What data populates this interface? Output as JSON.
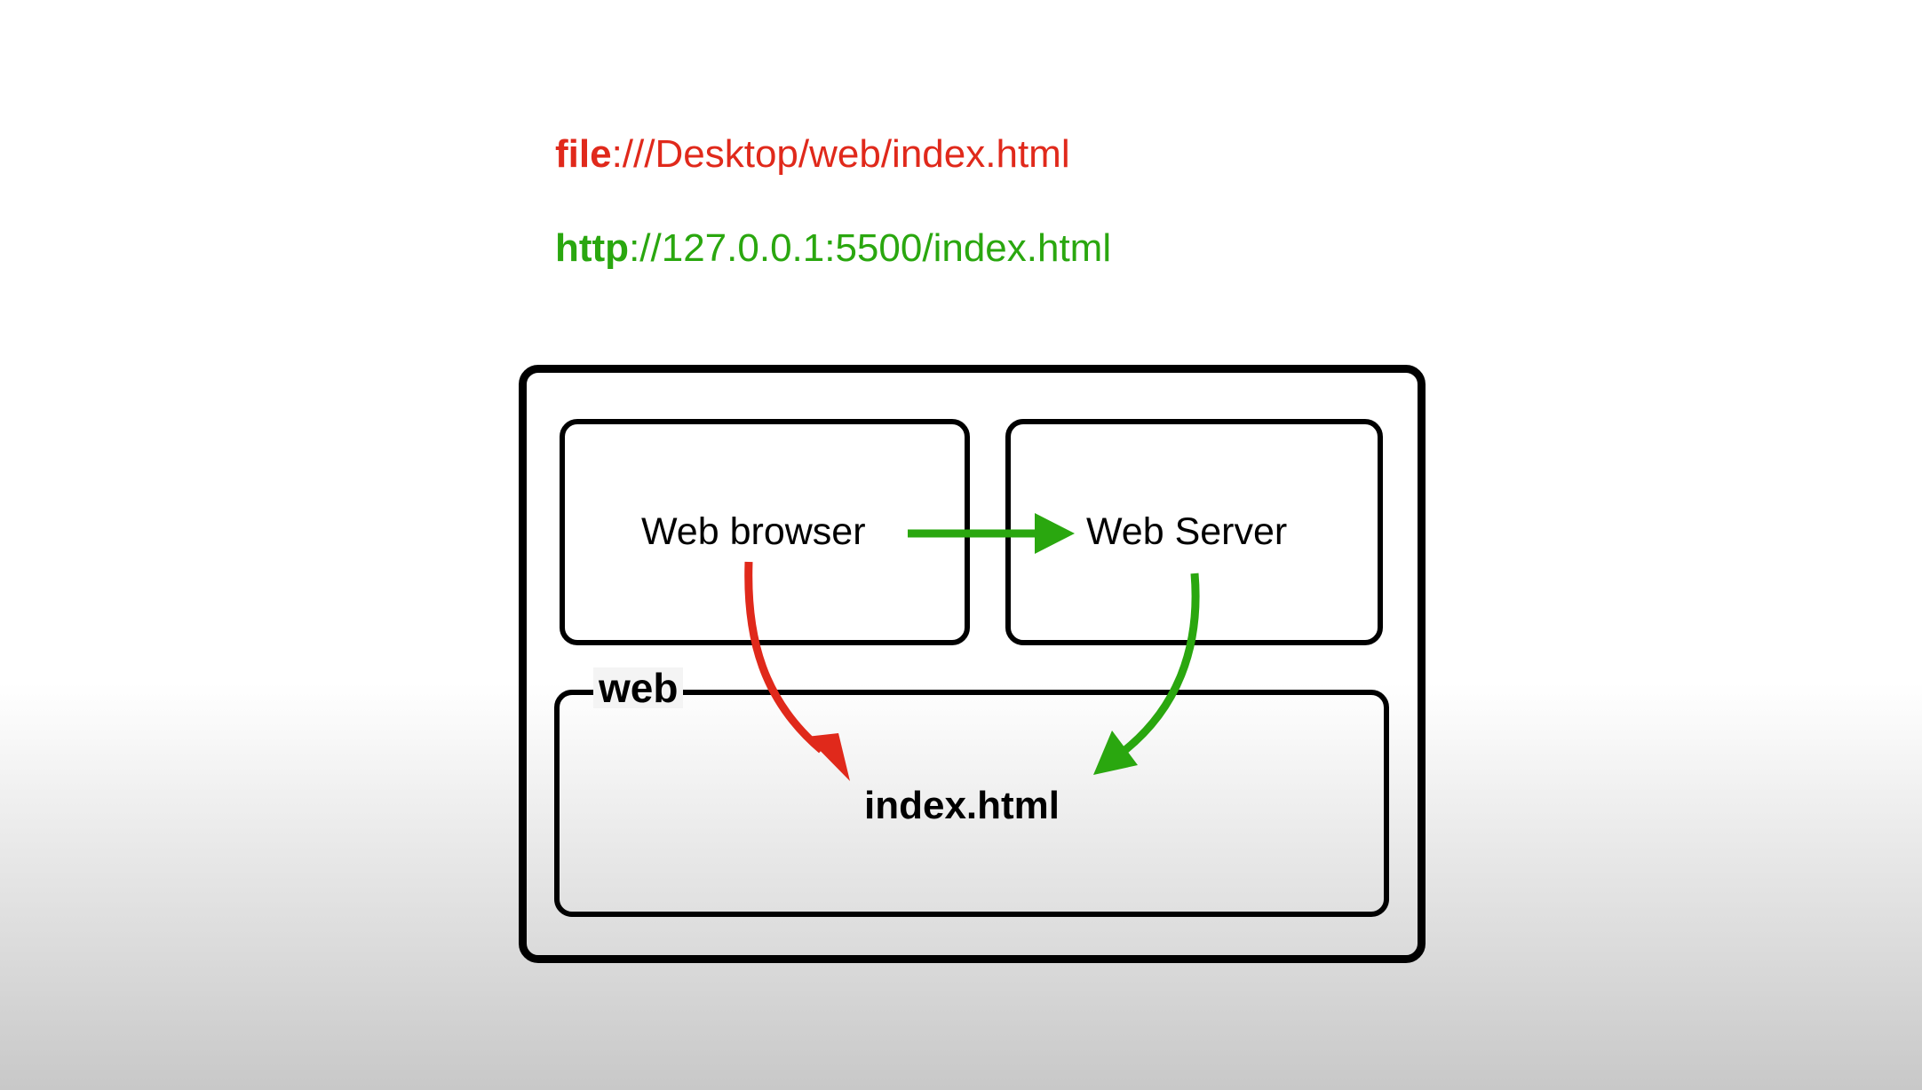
{
  "urls": {
    "file": {
      "scheme": "file",
      "rest": ":///Desktop/web/index.html",
      "color": "#e0291b"
    },
    "http": {
      "scheme": "http",
      "rest": "://127.0.0.1:5500/index.html",
      "color": "#2aa70f"
    }
  },
  "diagram": {
    "browser_label": "Web browser",
    "server_label": "Web Server",
    "folder_label": "web",
    "file_label": "index.html"
  },
  "colors": {
    "red_arrow": "#e0291b",
    "green_arrow": "#2aa70f",
    "box_border": "#000000"
  }
}
